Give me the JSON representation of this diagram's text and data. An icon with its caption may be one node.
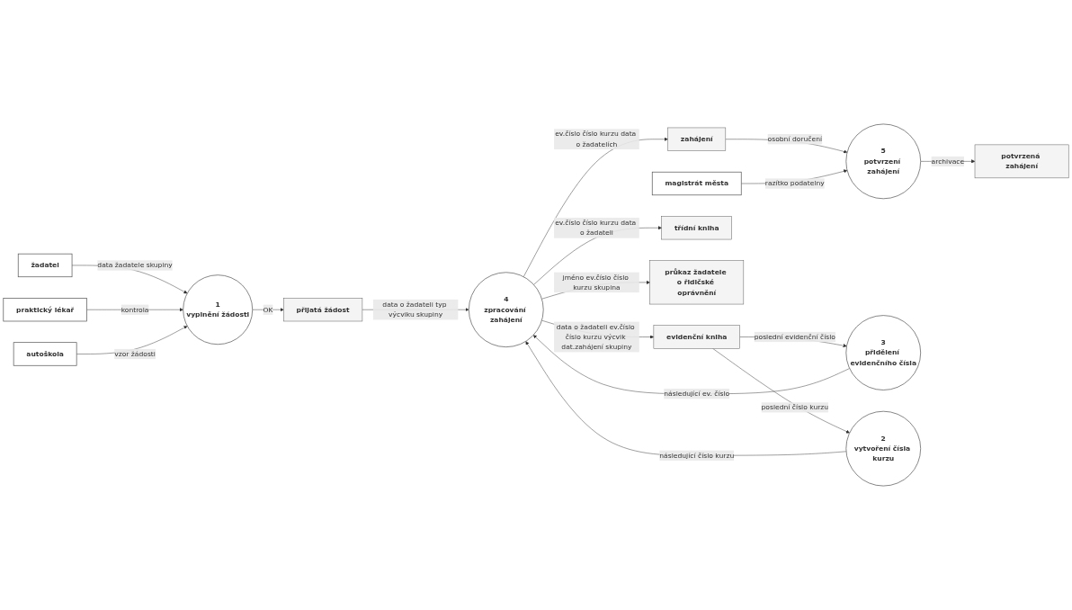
{
  "diagram": {
    "nodes": [
      {
        "text": [
          "žadatel"
        ]
      },
      {
        "text": [
          "praktický lékař"
        ]
      },
      {
        "text": [
          "autoškola"
        ]
      },
      {
        "text": [
          "1",
          "vyplnění žádosti"
        ]
      },
      {
        "text": [
          "přijatá žádost"
        ]
      },
      {
        "text": [
          "zahájení"
        ]
      },
      {
        "text": [
          "magistrát města"
        ]
      },
      {
        "text": [
          "5",
          "potvrzení zahájení"
        ]
      },
      {
        "text": [
          "4",
          "zpracování zahájení"
        ]
      },
      {
        "text": [
          "3",
          "přidělení evidenčního čísla"
        ]
      },
      {
        "text": [
          "2",
          "vytvoření čísla kurzu"
        ]
      },
      {
        "text": [
          "potvrzená zahájení"
        ]
      },
      {
        "text": [
          "třídní kniha"
        ]
      },
      {
        "text": [
          "průkaz žadatele o řidičské oprávnění"
        ]
      },
      {
        "text": [
          "evidenční kniha"
        ]
      }
    ],
    "edges": [
      {
        "from": 0,
        "to": 3,
        "label": "data žadatele skupiny",
        "arrow": "to"
      },
      {
        "from": 1,
        "to": 3,
        "label": "kontrola",
        "arrow": "to"
      },
      {
        "from": 2,
        "to": 3,
        "label": "vzor žádosti",
        "arrow": "to"
      },
      {
        "from": 3,
        "to": 4,
        "label": "OK",
        "arrow": "to"
      },
      {
        "from": 4,
        "to": 8,
        "label": "data o žadateli typ výcviku skupiny",
        "arrow": "to"
      },
      {
        "from": 8,
        "to": 5,
        "label": "ev.číslo číslo kurzu data o žadatelích",
        "arrow": "to"
      },
      {
        "from": 5,
        "to": 7,
        "label": "osobní doručení",
        "arrow": "to"
      },
      {
        "from": 6,
        "to": 7,
        "label": "razítko podatelny",
        "arrow": "to"
      },
      {
        "from": 7,
        "to": 11,
        "label": "archivace",
        "arrow": "to"
      },
      {
        "from": 9,
        "to": 8,
        "label": "následující ev. číslo",
        "arrow": "to"
      },
      {
        "from": 10,
        "to": 8,
        "label": "následující číslo kurzu",
        "arrow": "to"
      },
      {
        "from": 8,
        "to": 12,
        "label": "ev.číslo číslo kurzu data o žadateli",
        "arrow": "to"
      },
      {
        "from": 8,
        "to": 13,
        "label": "jméno ev.číslo číslo kurzu skupina",
        "arrow": "to"
      },
      {
        "from": 8,
        "to": 14,
        "label": "data o žadateli ev.číslo číslo kurzu výcvik dat.zahájení skupiny",
        "arrow": "to"
      },
      {
        "from": 14,
        "to": 10,
        "label": "poslední číslo kurzu",
        "arrow": "to"
      },
      {
        "from": 14,
        "to": 9,
        "label": "poslední evidenční číslo",
        "arrow": "to"
      }
    ]
  }
}
